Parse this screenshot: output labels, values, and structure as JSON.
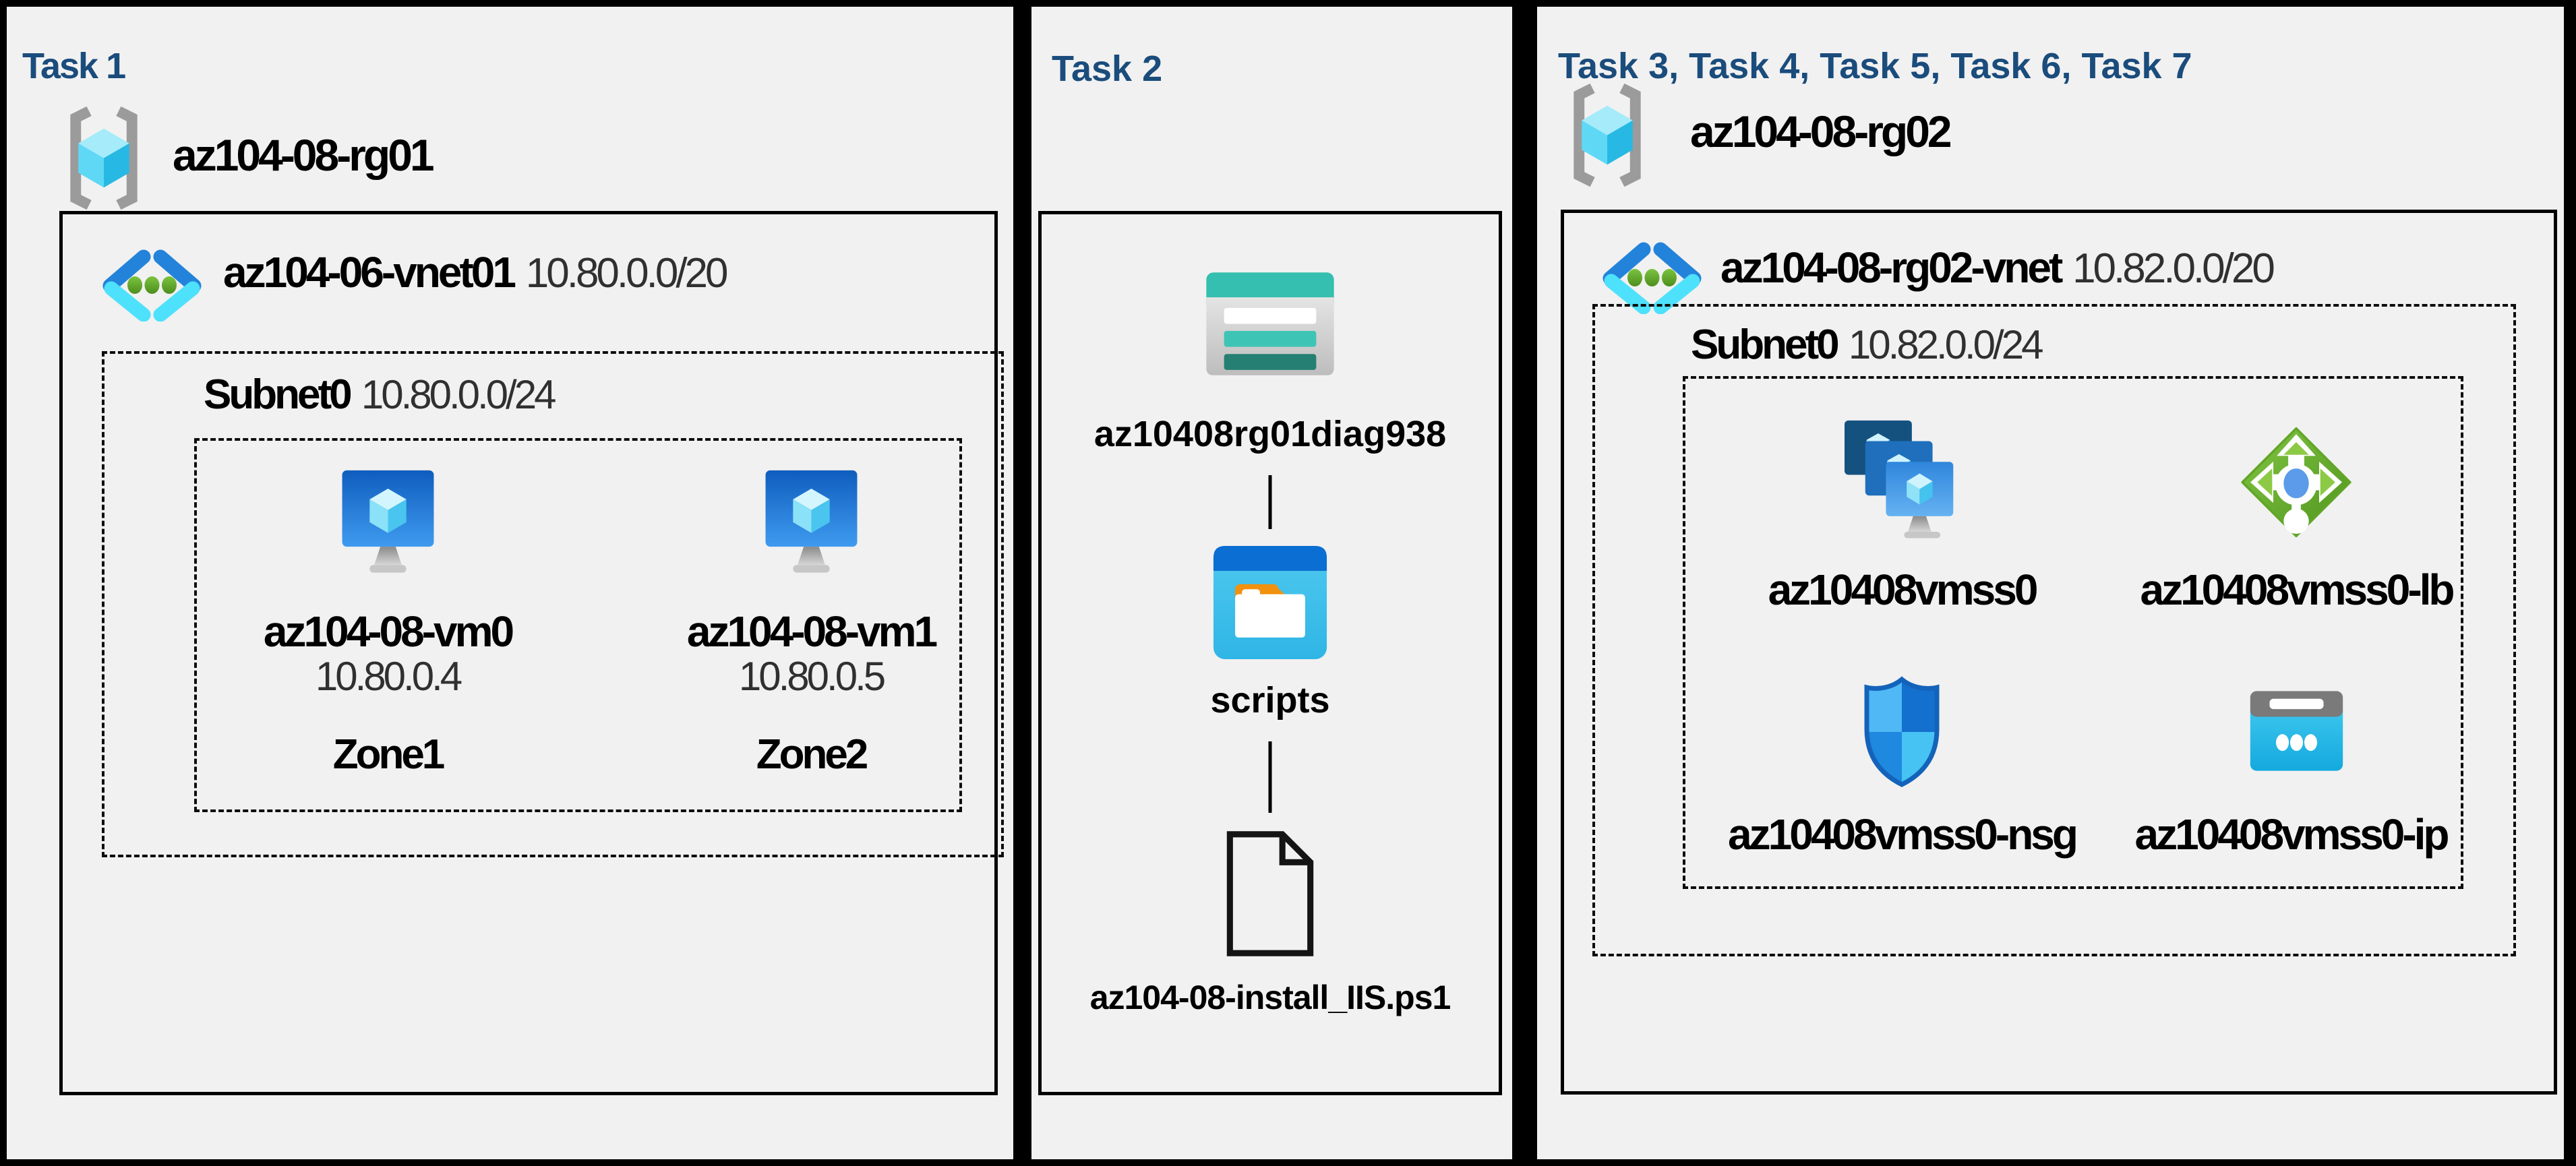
{
  "colors": {
    "background": "#000000",
    "panel_bg": "#F1F1F1",
    "title_navy": "#1A4C7C",
    "text_primary": "#000000",
    "text_secondary": "#303030",
    "storage_teal": "#35BFB0",
    "folder_blue": "#0B6ED2",
    "cyan": "#3EC8EF",
    "lb_green": "#6FB32A",
    "vm_blue": "#1366C4",
    "bracket_gray": "#9B9B9B"
  },
  "panels": [
    {
      "title": "Task 1",
      "resource_group": "az104-08-rg01",
      "resource_group_icon": "resource-group-icon",
      "vnet_name": "az104-06-vnet01",
      "vnet_cidr": "10.80.0.0/20",
      "vnet_icon": "virtual-network-icon",
      "subnet_name": "Subnet0",
      "subnet_cidr": "10.80.0.0/24",
      "vms": [
        {
          "name": "az104-08-vm0",
          "ip": "10.80.0.4",
          "zone": "Zone1",
          "icon": "virtual-machine-icon"
        },
        {
          "name": "az104-08-vm1",
          "ip": "10.80.0.5",
          "zone": "Zone2",
          "icon": "virtual-machine-icon"
        }
      ]
    },
    {
      "title": "Task 2",
      "chain": [
        {
          "label": "az10408rg01diag938",
          "icon": "storage-account-icon"
        },
        {
          "label": "scripts",
          "icon": "blob-container-icon"
        },
        {
          "label": "az104-08-install_IIS.ps1",
          "icon": "file-icon"
        }
      ]
    },
    {
      "title": "Task 3, Task 4, Task 5, Task 6, Task 7",
      "resource_group": "az104-08-rg02",
      "resource_group_icon": "resource-group-icon",
      "vnet_name": "az104-08-rg02-vnet",
      "vnet_cidr": "10.82.0.0/20",
      "vnet_icon": "virtual-network-icon",
      "subnet_name": "Subnet0",
      "subnet_cidr": "10.82.0.0/24",
      "resources": [
        {
          "label": "az10408vmss0",
          "icon": "vmss-icon"
        },
        {
          "label": "az10408vmss0-lb",
          "icon": "load-balancer-icon"
        },
        {
          "label": "az10408vmss0-nsg",
          "icon": "nsg-icon"
        },
        {
          "label": "az10408vmss0-ip",
          "icon": "public-ip-icon"
        }
      ]
    }
  ]
}
